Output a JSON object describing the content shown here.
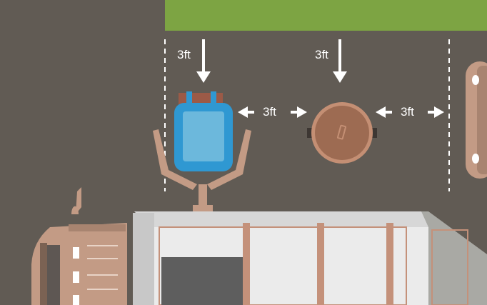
{
  "labels": {
    "left_vertical": "3ft",
    "center_vertical": "3ft",
    "between_items": "3ft",
    "right_side": "3ft"
  },
  "colors": {
    "road": "#615b54",
    "grass": "#7da443",
    "dashed_line": "#ffffff",
    "arrow": "#ffffff",
    "backpack": "#2f98d2",
    "backpack_panel": "#6cb8dc",
    "backpack_straps": "#9b5a47",
    "trash_can": "#9d6b52",
    "trash_can_lid": "#c48f74",
    "truck_arms": "#c39b85",
    "truck_body": "#ebebeb",
    "truck_trim": "#c4917a",
    "truck_window": "#5e5e5e"
  },
  "icons": [
    "down-arrow-icon",
    "double-arrow-icon",
    "backpack-icon",
    "trash-can-icon",
    "garbage-truck-icon",
    "parked-vehicle-icon"
  ]
}
